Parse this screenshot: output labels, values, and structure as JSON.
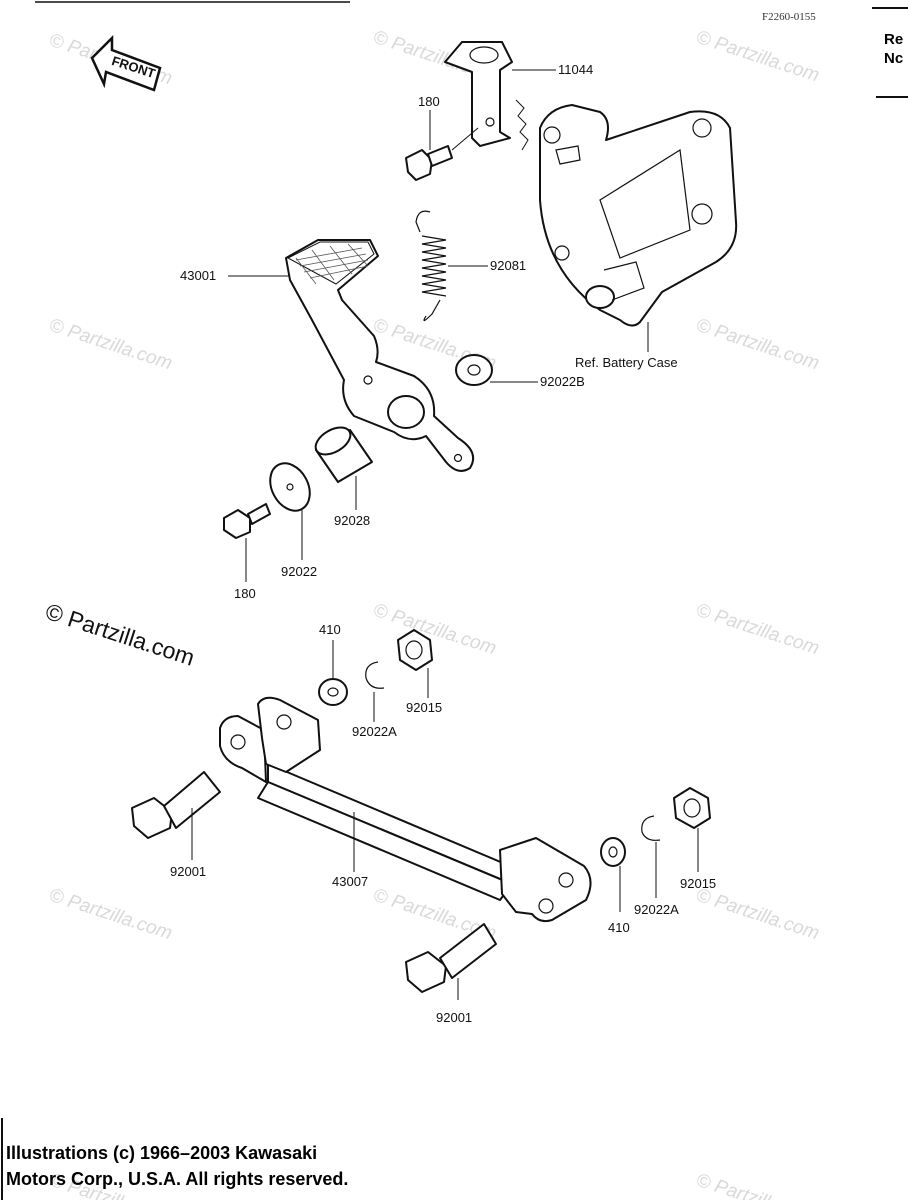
{
  "figure_code": "F2260-0155",
  "front_label": "FRONT",
  "watermark_text": "© Partzilla.com",
  "watermark_prominent": "© Partzilla.com",
  "ref_label": "Ref. Battery Case",
  "right_edge_text": [
    "Re",
    "Nc"
  ],
  "copyright_lines": [
    "Illustrations (c) 1966–2003 Kawasaki",
    "Motors Corp., U.S.A.  All rights reserved."
  ],
  "callouts": {
    "c11044": "11044",
    "c180_top": "180",
    "c92081": "92081",
    "c43001": "43001",
    "c92022B": "92022B",
    "c92028": "92028",
    "c92022": "92022",
    "c180_bottom": "180",
    "c410_top": "410",
    "c92022A_top": "92022A",
    "c92015_top": "92015",
    "c92001_left": "92001",
    "c43007": "43007",
    "c410_right": "410",
    "c92022A_right": "92022A",
    "c92015_right": "92015",
    "c92001_bottom": "92001"
  }
}
